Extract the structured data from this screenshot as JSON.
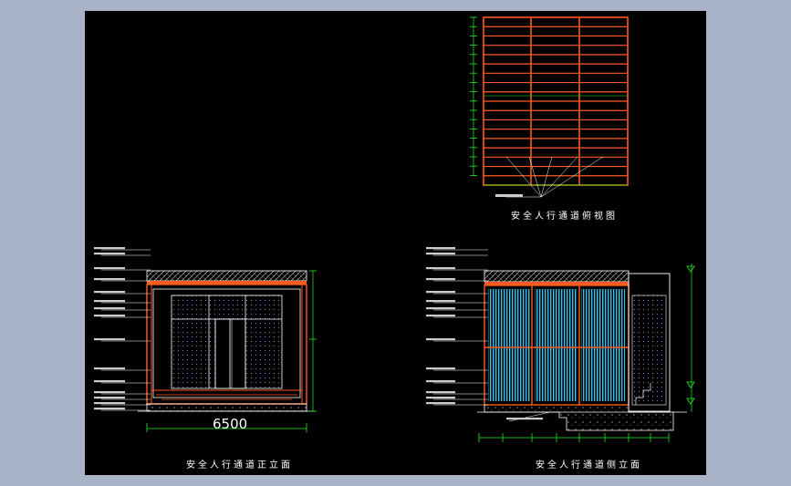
{
  "drawing": {
    "titles": {
      "plan": "安全人行通道俯视图",
      "front": "安全人行通道正立面",
      "side": "安全人行通道侧立面"
    },
    "front_width_dimension": "6500",
    "colors": {
      "background": "#000000",
      "frame": "#ffffff",
      "beam": "#ff5a1f",
      "dimension": "#22ee22",
      "glass": "#2ec3f0",
      "mesh": "#9fb0ff"
    }
  }
}
